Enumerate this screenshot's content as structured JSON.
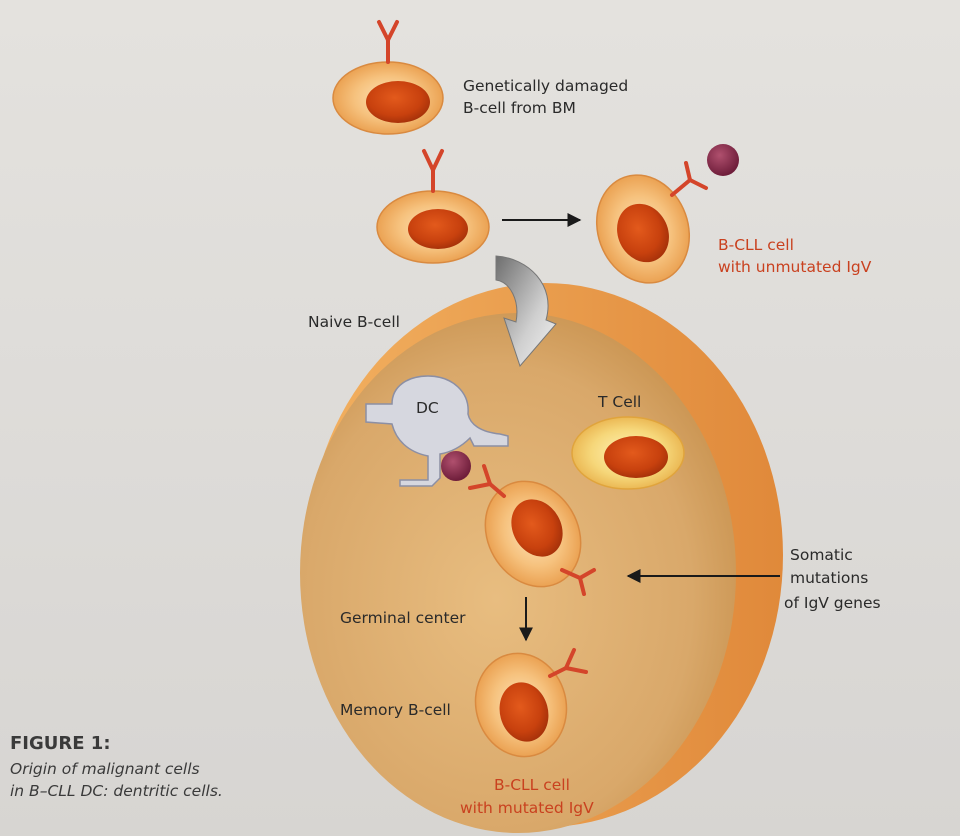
{
  "labels": {
    "damaged_bcell": [
      "Genetically damaged",
      "B-cell from BM"
    ],
    "bcll_unmutated": [
      "B-CLL cell",
      "with unmutated IgV"
    ],
    "naive_bcell": "Naive B-cell",
    "dc": "DC",
    "t_cell": "T Cell",
    "somatic_mutations": [
      "Somatic",
      "mutations",
      "of IgV genes"
    ],
    "germinal_center": "Germinal center",
    "memory_bcell": "Memory B-cell",
    "bcll_mutated": [
      "B-CLL cell",
      "with mutated IgV"
    ]
  },
  "caption": {
    "title": "FIGURE 1:",
    "lines": [
      "Origin of malignant cells",
      "in B–CLL DC: dentritic cells."
    ]
  },
  "colors": {
    "cell_fill": "#f2b36c",
    "nucleus": "#c8410e",
    "receptor": "#d4452a",
    "antigen": "#8a2a4a",
    "follicle": "#d9a86a",
    "dc_fill": "#d6d7df",
    "label_red": "#c9411f"
  }
}
